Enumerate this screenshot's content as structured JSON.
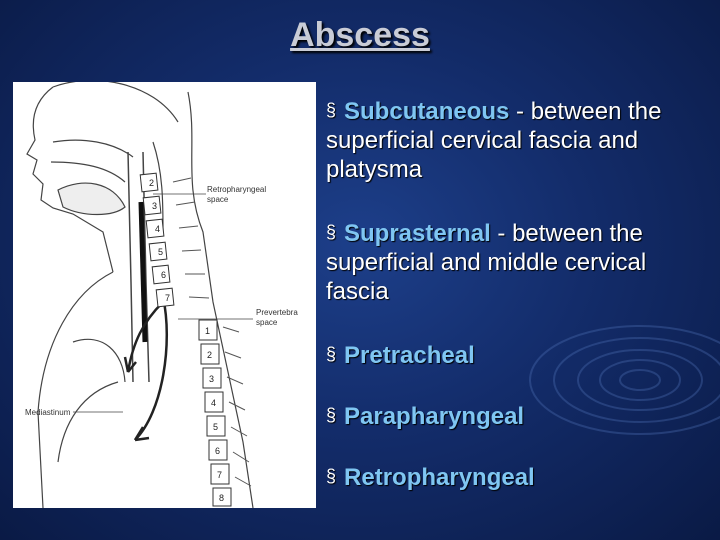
{
  "slide": {
    "title": "Abscess",
    "bullets": [
      {
        "marker": "§",
        "head": "Subcutaneous",
        "rest": " - between the superficial cervical fascia and platysma"
      },
      {
        "marker": "§",
        "head": "Suprasternal",
        "rest": " - between the superficial and middle cervical fascia"
      },
      {
        "marker": "§",
        "head": "Pretracheal",
        "rest": ""
      },
      {
        "marker": "§",
        "head": "Parapharyngeal",
        "rest": ""
      },
      {
        "marker": "§",
        "head": "Retropharyngeal",
        "rest": ""
      }
    ]
  },
  "figure": {
    "labels": {
      "retro_1": "Retropharyngeal",
      "retro_2": "space",
      "pre_1": "Prevertebra",
      "pre_2": "space",
      "mediastinum": "Mediastinum"
    },
    "cervical_numbers": [
      "2",
      "3",
      "4",
      "5",
      "6",
      "7"
    ],
    "thoracic_numbers": [
      "1",
      "2",
      "3",
      "4",
      "5",
      "6",
      "7",
      "8"
    ]
  },
  "colors": {
    "background": "#132c6a",
    "accent": "#7fc6f2",
    "title": "#c9ccd6"
  }
}
